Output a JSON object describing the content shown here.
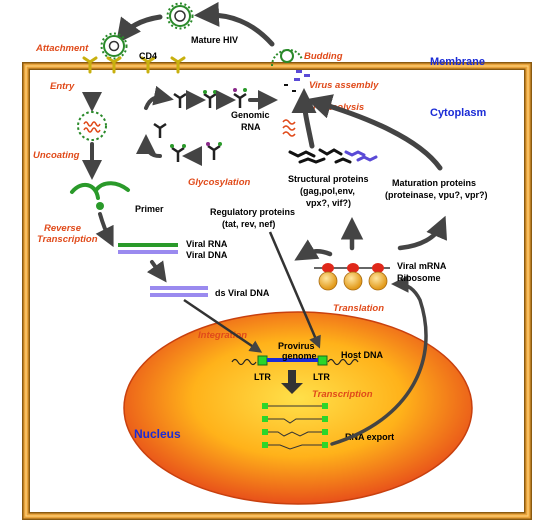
{
  "regions": {
    "membrane": "Membrane",
    "cytoplasm": "Cytoplasm",
    "nucleus": "Nucleus"
  },
  "steps": {
    "attachment": "Attachment",
    "entry": "Entry",
    "uncoating": "Uncoating",
    "reverse_transcription_1": "Reverse",
    "reverse_transcription_2": "Transcription",
    "integration": "Integration",
    "transcription": "Transcription",
    "translation": "Translation",
    "glycosylation": "Glycosylation",
    "proteolysis": "Proteolysis",
    "virus_assembly": "Virus assembly",
    "budding": "Budding"
  },
  "labels": {
    "mature_hiv": "Mature HIV",
    "cd4": "CD4",
    "primer": "Primer",
    "viral_rna": "Viral RNA",
    "viral_dna": "Viral DNA",
    "ds_viral_dna": "ds Viral DNA",
    "genomic_rna_1": "Genomic",
    "genomic_rna_2": "RNA",
    "structural_1": "Structural proteins",
    "structural_2": "(gag,pol,env,",
    "structural_3": "vpx?, vif?)",
    "maturation_1": "Maturation proteins",
    "maturation_2": "(proteinase, vpu?, vpr?)",
    "regulatory_1": "Regulatory proteins",
    "regulatory_2": "(tat, rev, nef)",
    "viral_mrna": "Viral mRNA",
    "ribosome": "Ribosome",
    "provirus_1": "Provirus",
    "provirus_2": "genome",
    "host_dna": "Host DNA",
    "ltr_left": "LTR",
    "ltr_right": "LTR",
    "rna_export": "RNA export"
  },
  "colors": {
    "membrane": "#e8a23a",
    "membrane_edge": "#8a5a10",
    "step_text": "#e04a1a",
    "region_text": "#1a2bd6",
    "nucleus_outer": "#e8641a",
    "nucleus_inner": "#ffd23a",
    "arrow": "#444444",
    "receptor": "#d6c21a",
    "rna": "#2a9a2a",
    "dna": "#7a6ad6"
  }
}
